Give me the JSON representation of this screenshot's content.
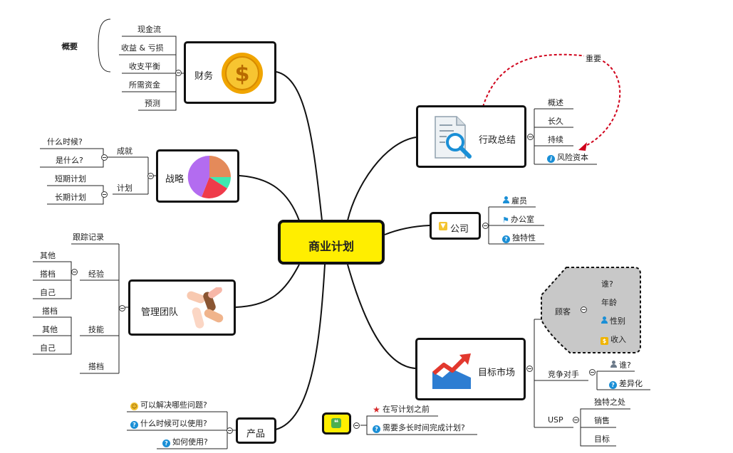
{
  "center": {
    "title": "商业计划"
  },
  "finance": {
    "title": "财务",
    "summary_label": "概要",
    "items": [
      "现金流",
      "收益 & 亏损",
      "收支平衡",
      "所需资金",
      "预测"
    ]
  },
  "strategy": {
    "title": "战略",
    "groups": [
      {
        "label": "成就",
        "items": [
          "什么时候?",
          "是什么?"
        ]
      },
      {
        "label": "计划",
        "items": [
          "短期计划",
          "长期计划"
        ]
      }
    ]
  },
  "team": {
    "title": "管理团队",
    "top": "跟踪记录",
    "experience": {
      "label": "经验",
      "items": [
        "其他",
        "搭档",
        "自己"
      ]
    },
    "skills": {
      "label": "技能",
      "items": [
        "搭档",
        "其他",
        "自己"
      ]
    },
    "bottom": "搭档"
  },
  "product": {
    "title": "产品",
    "items": [
      "可以解决哪些问题?",
      "什么时候可以使用?",
      "如何使用?"
    ]
  },
  "exec_summary": {
    "title": "行政总结",
    "items": [
      "概述",
      "长久",
      "持续",
      "风险资本"
    ],
    "relation_label": "重要",
    "relation_color": "#d0021b"
  },
  "company": {
    "title": "公司",
    "items": [
      "雇员",
      "办公室",
      "独特性"
    ]
  },
  "market": {
    "title": "目标市场",
    "customers": {
      "label": "顾客",
      "items": [
        "谁?",
        "年龄",
        "性别",
        "收入"
      ],
      "boundary_fill": "#c8c8c8"
    },
    "competitors": {
      "label": "竞争对手",
      "items": [
        "谁?",
        "差异化"
      ]
    },
    "usp": {
      "label": "USP",
      "items": [
        "独特之处",
        "销售",
        "目标"
      ]
    }
  },
  "note": {
    "items": [
      "在写计划之前",
      "需要多长时间完成计划?"
    ]
  },
  "colors": {
    "center_fill": "#ffee00",
    "note_fill": "#ffee00",
    "icon_blue": "#1a8fd6",
    "coin": "#f0a500",
    "line": "#111111"
  }
}
